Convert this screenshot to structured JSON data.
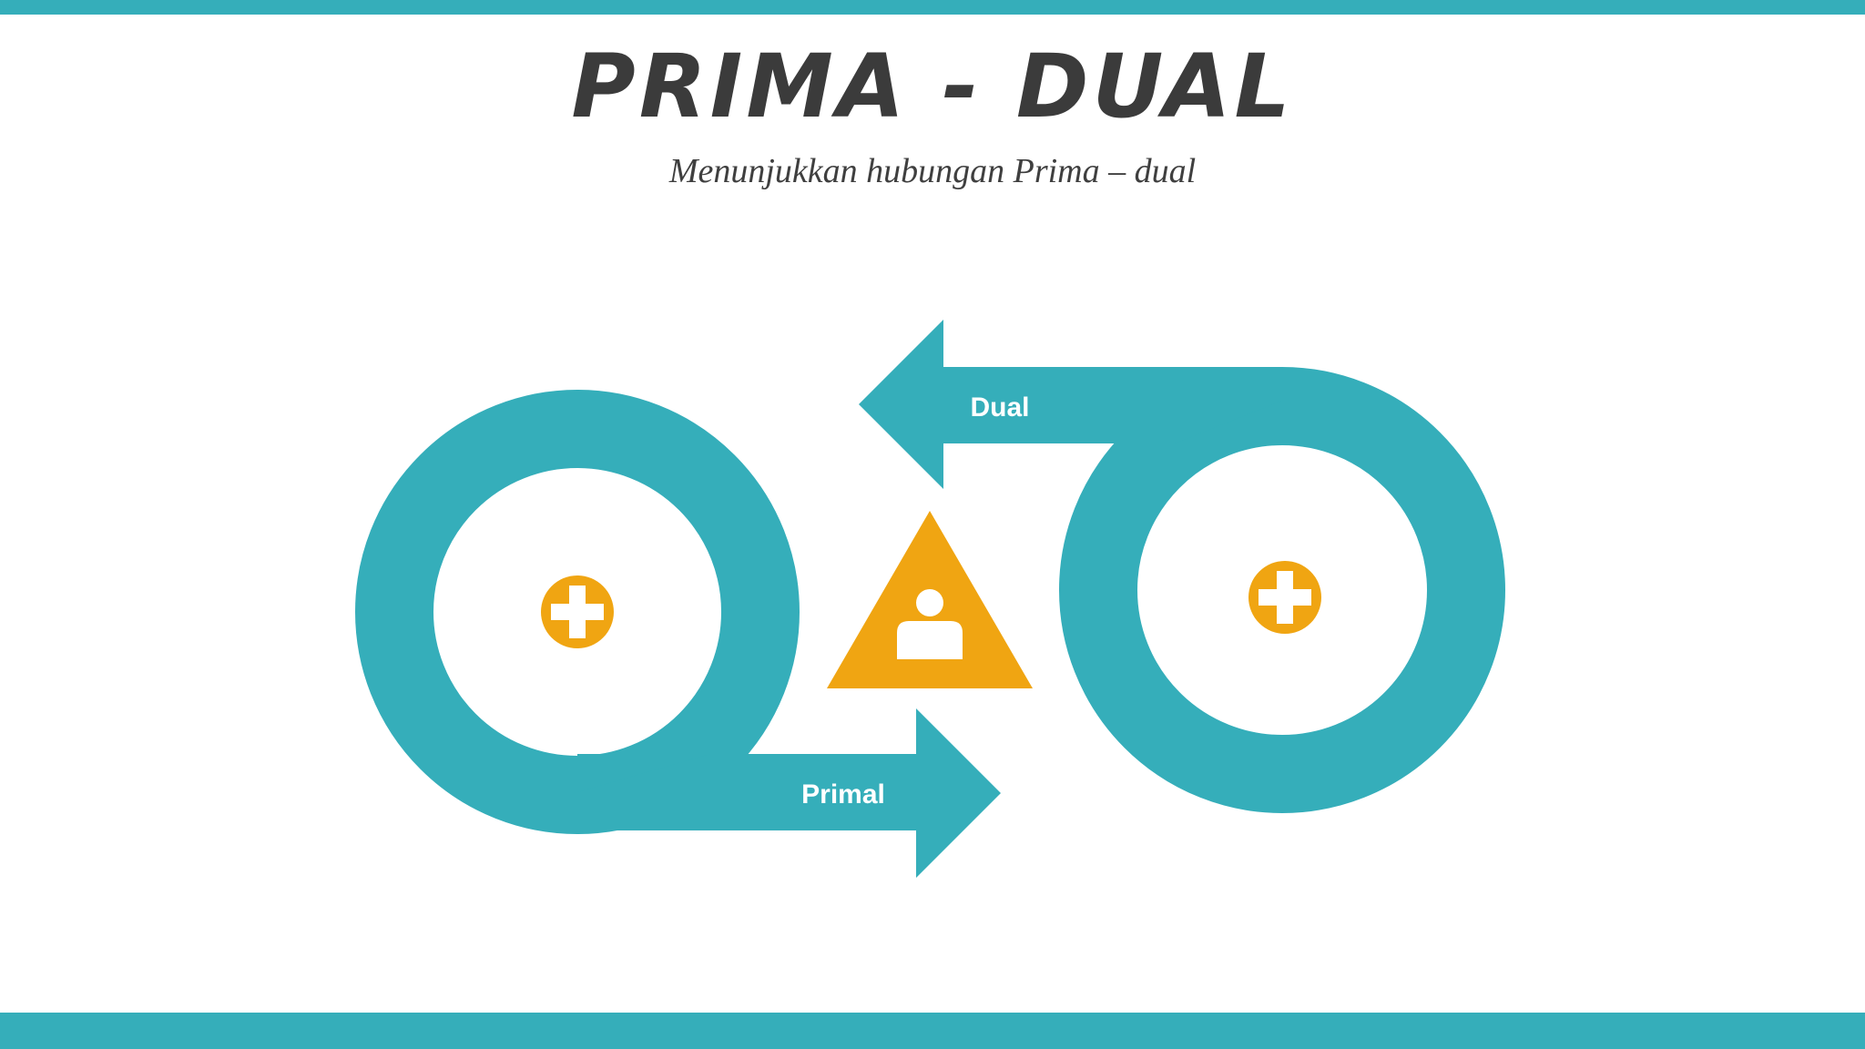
{
  "slide": {
    "title": "PRIMA - DUAL",
    "subtitle": "Menunjukkan hubungan Prima – dual"
  },
  "diagram": {
    "dual_label": "Dual",
    "primal_label": "Primal",
    "left_icon": "plus-icon",
    "right_icon": "plus-icon",
    "center_icon": "user-icon"
  },
  "colors": {
    "accent": "#35aeba",
    "highlight": "#f0a512",
    "title": "#3b3b3b"
  }
}
